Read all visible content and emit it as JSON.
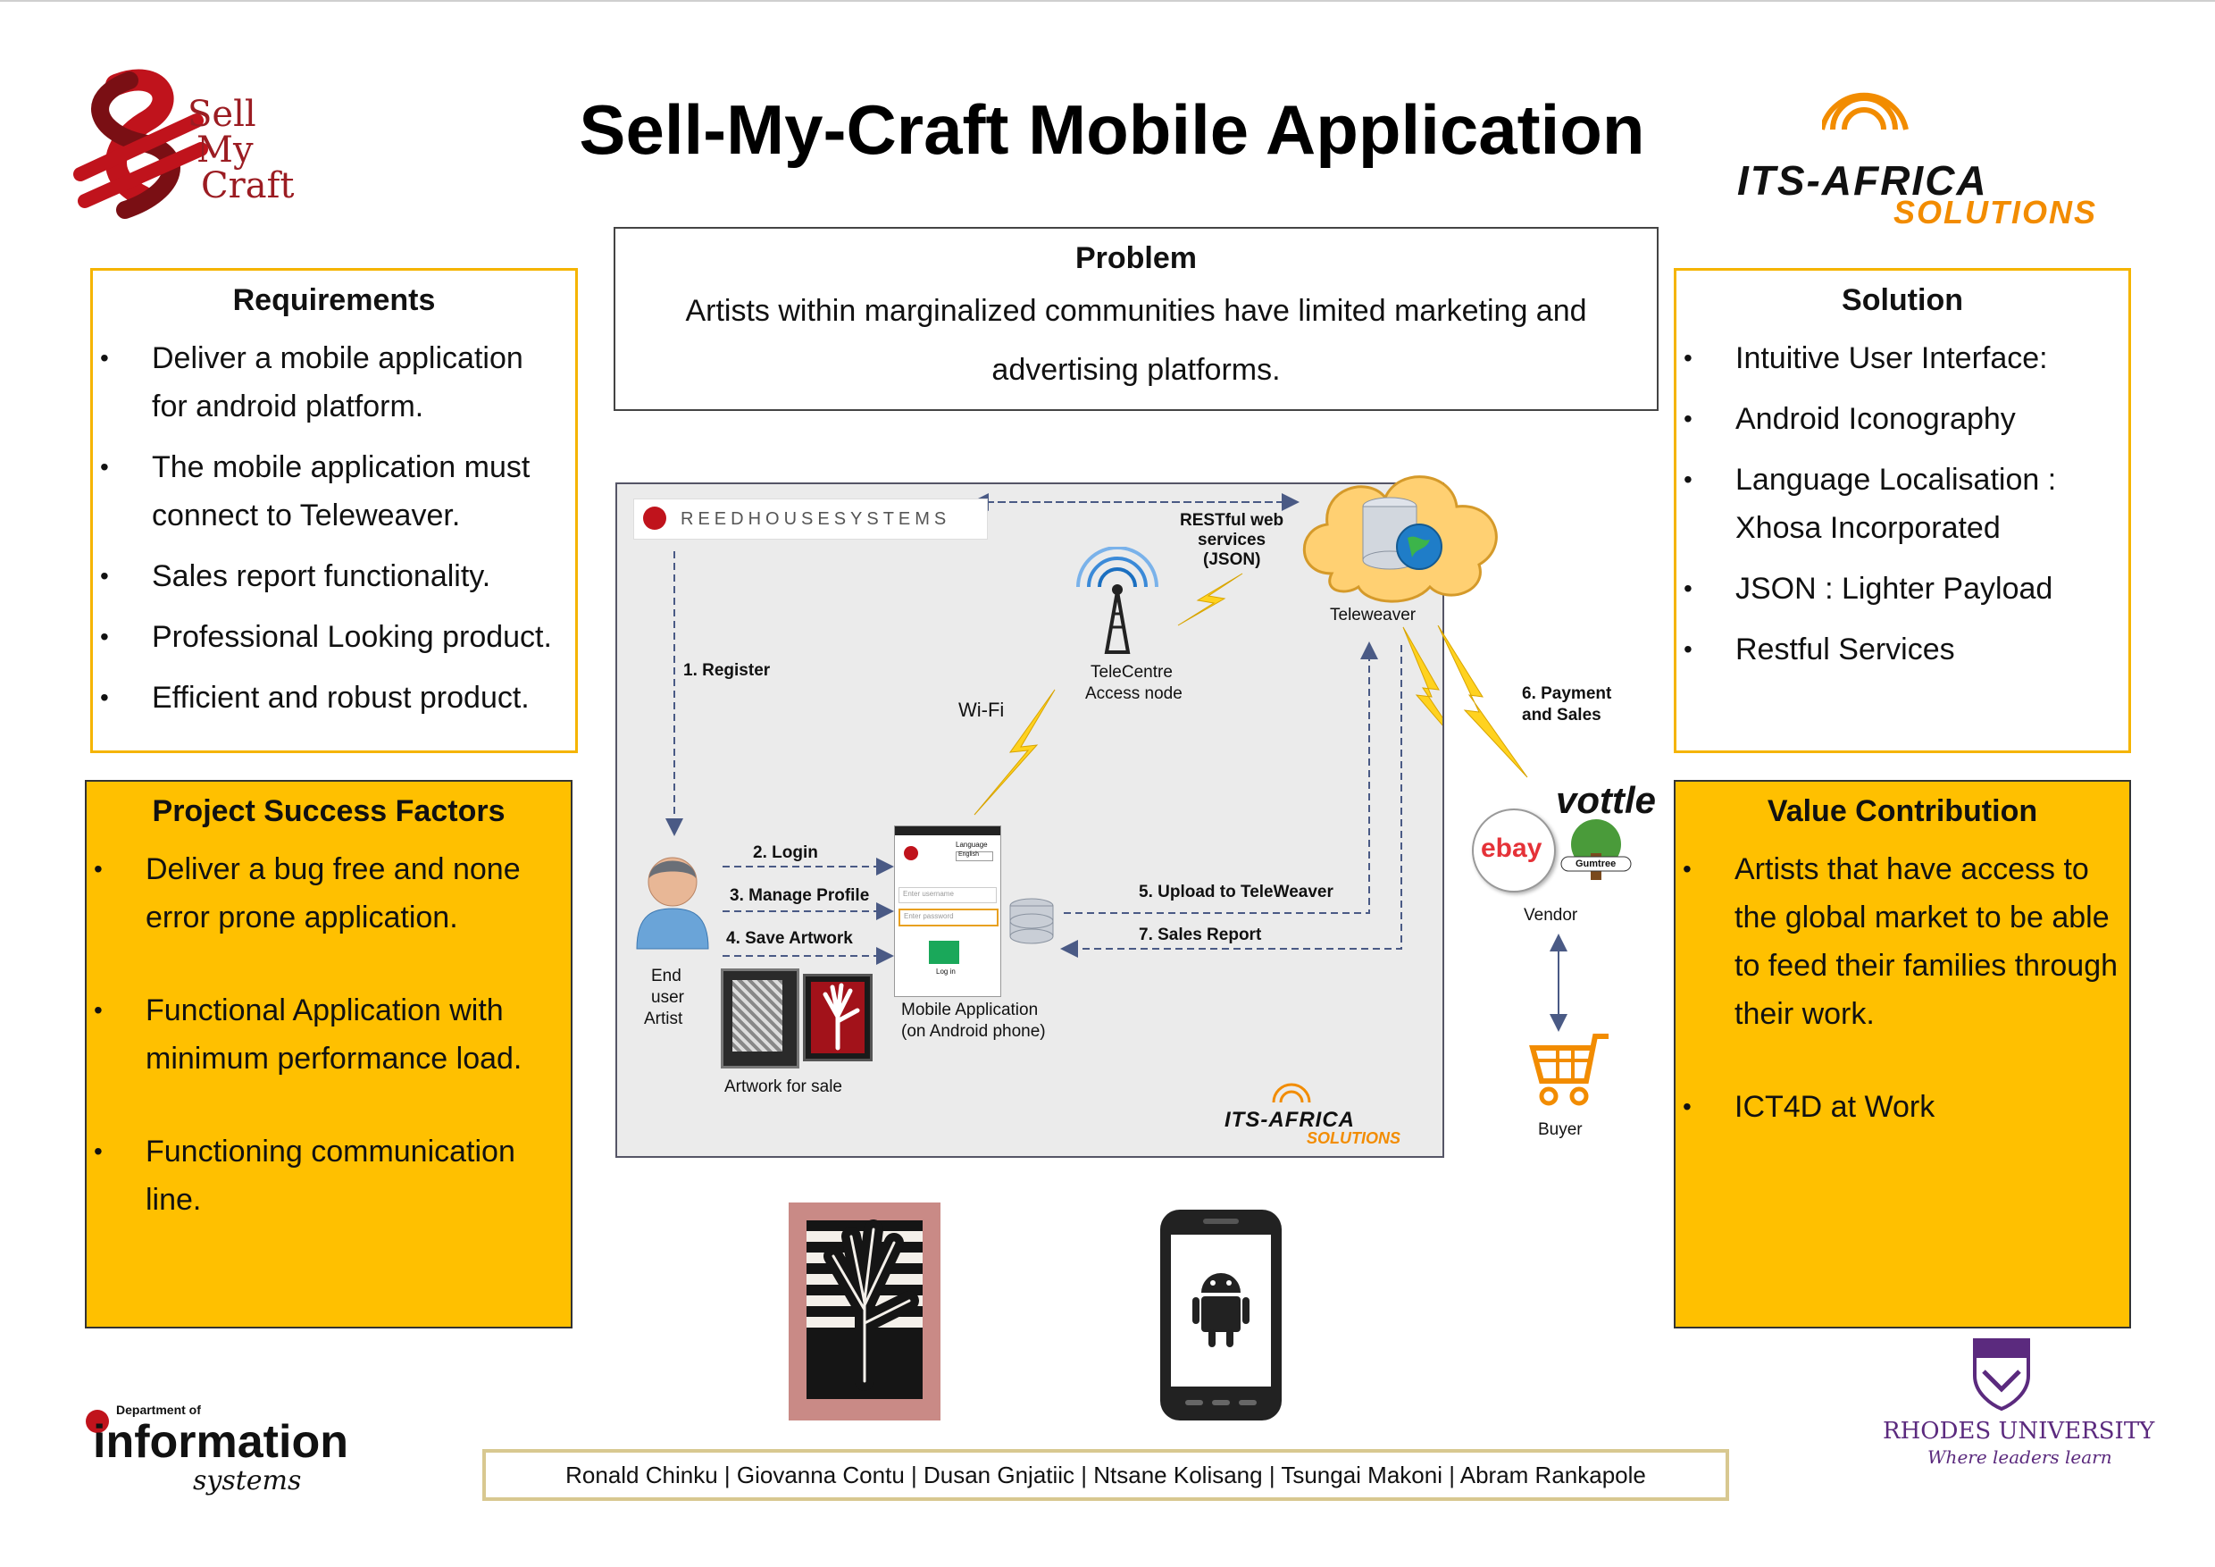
{
  "title": "Sell-My-Craft Mobile Application",
  "logos": {
    "sellmycraft": [
      "Sell",
      "My",
      "Craft"
    ],
    "itsafrica": {
      "line1": "ITS-AFRICA",
      "line2": "SOLUTIONS"
    },
    "dept": {
      "line1": "Department of",
      "line2": "information",
      "line3": "systems"
    },
    "rhodes": {
      "line1": "RHODES UNIVERSITY",
      "line2": "Where leaders learn"
    }
  },
  "problem": {
    "title": "Problem",
    "text": "Artists within marginalized communities have limited marketing and advertising platforms."
  },
  "requirements": {
    "title": "Requirements",
    "items": [
      "Deliver a mobile application for android platform.",
      "The mobile application must connect to Teleweaver.",
      "Sales report functionality.",
      "Professional Looking product.",
      "Efficient and robust product."
    ]
  },
  "success": {
    "title": "Project Success Factors",
    "items": [
      "Deliver  a bug free and none error prone application.",
      "Functional Application with minimum performance load.",
      "Functioning communication line."
    ]
  },
  "solution": {
    "title": "Solution",
    "items": [
      "Intuitive User Interface:",
      "Android  Iconography",
      "Language Localisation   : Xhosa Incorporated",
      "JSON :  Lighter Payload",
      "Restful Services"
    ]
  },
  "value": {
    "title": "Value Contribution",
    "items": [
      "Artists that have access to the global market to be able to feed their families through their work.",
      "ICT4D at Work"
    ]
  },
  "diagram": {
    "reedhouse": "REEDHOUSESYSTEMS",
    "register": "1. Register",
    "login": "2. Login",
    "manage": "3. Manage Profile",
    "save": "4. Save Artwork",
    "upload": "5. Upload to TeleWeaver",
    "report": "7. Sales Report",
    "payment": [
      "6. Payment",
      "and Sales"
    ],
    "restful": [
      "RESTful web",
      "services",
      "(JSON)"
    ],
    "teleweaver": "Teleweaver",
    "telecentre": [
      "TeleCentre",
      "Access node"
    ],
    "wifi": "Wi-Fi",
    "enduser": [
      "End",
      "user",
      "Artist"
    ],
    "artwork": "Artwork for sale",
    "mobile": [
      "Mobile Application",
      "(on Android phone)"
    ],
    "phone_fields": {
      "language": "Language",
      "english": "English",
      "username": "Enter username",
      "password": "Enter password",
      "login": "Log in"
    },
    "vendor": "Vendor",
    "buyer": "Buyer",
    "vottle": "vottle",
    "ebay": "ebay",
    "gumtree": "Gumtree",
    "its_small": [
      "ITS-AFRICA",
      "SOLUTIONS"
    ]
  },
  "footer": "Ronald Chinku | Giovanna Contu | Dusan Gnjatiic | Ntsane Kolisang | Tsungai Makoni | Abram Rankapole",
  "colors": {
    "accent": "#ffc000",
    "border": "#f5b400",
    "brand_red": "#b5121b",
    "orange": "#f28c00",
    "purple": "#5b2a7e"
  }
}
